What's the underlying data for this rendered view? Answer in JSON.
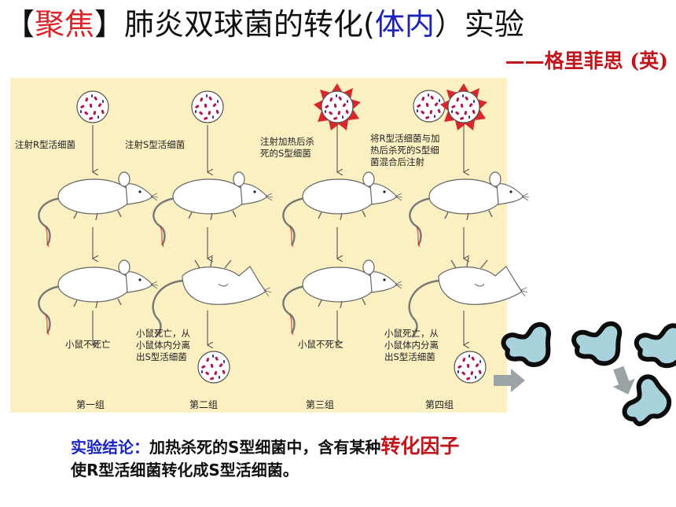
{
  "title": {
    "bracket_open": "【",
    "tag": "聚焦",
    "bracket_close": "】",
    "main": "肺炎双球菌的转化(",
    "highlight": "体内",
    "end": "）实验"
  },
  "subtitle": "——格里菲思 (英)",
  "diagram": {
    "columns": [
      {
        "injection": [
          "注射R型活细菌"
        ],
        "result": [
          "小鼠不死亡"
        ],
        "group": "第一组"
      },
      {
        "injection": [
          "注射S型活细菌"
        ],
        "result": [
          "小鼠死亡，从",
          "小鼠体内分离",
          "出S型活细菌"
        ],
        "group": "第二组"
      },
      {
        "injection": [
          "注射加热后杀",
          "死的S型细菌"
        ],
        "result": [
          "小鼠不死亡"
        ],
        "group": "第三组"
      },
      {
        "injection": [
          "将R型活细菌与加",
          "热后杀死的S型细",
          "菌混合后注射"
        ],
        "result": [
          "小鼠死亡，从",
          "小鼠体内分离",
          "出S型活细菌"
        ],
        "group": "第四组"
      }
    ]
  },
  "conclusion": {
    "label": "实验结论：",
    "text1": "加热杀死的S型细菌中，含有某种",
    "highlight": "转化因子",
    "text2": "使R型活细菌转化成S型活细菌。"
  },
  "colors": {
    "title_red": "#d8262b",
    "title_blue": "#1b23b8",
    "panel_bg": "#fbf0c2",
    "bacteria_fill": "#a9d3dc",
    "arrow_gray": "#9aa4a6"
  }
}
